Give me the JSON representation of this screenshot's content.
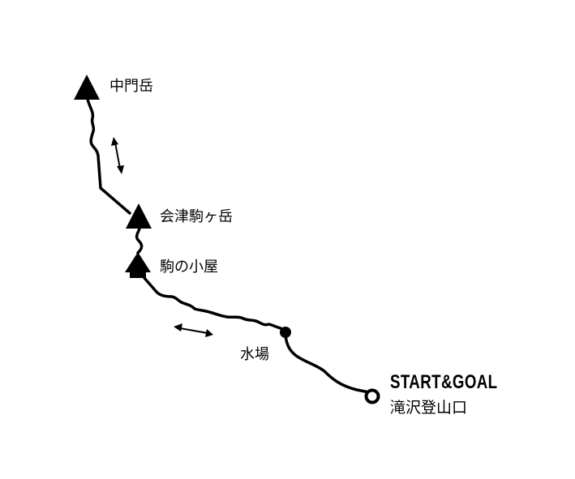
{
  "map": {
    "points": [
      {
        "id": "nakamon",
        "label": "中門岳",
        "type": "peak"
      },
      {
        "id": "aizu-komagatake",
        "label": "会津駒ヶ岳",
        "type": "peak"
      },
      {
        "id": "koma-hut",
        "label": "駒の小屋",
        "type": "hut"
      },
      {
        "id": "water",
        "label": "水場",
        "type": "water-source"
      },
      {
        "id": "trailhead",
        "label": "滝沢登山口",
        "sublabel": "START&GOAL",
        "type": "start-goal"
      }
    ],
    "colors": {
      "line": "#000000",
      "background": "#ffffff"
    }
  }
}
